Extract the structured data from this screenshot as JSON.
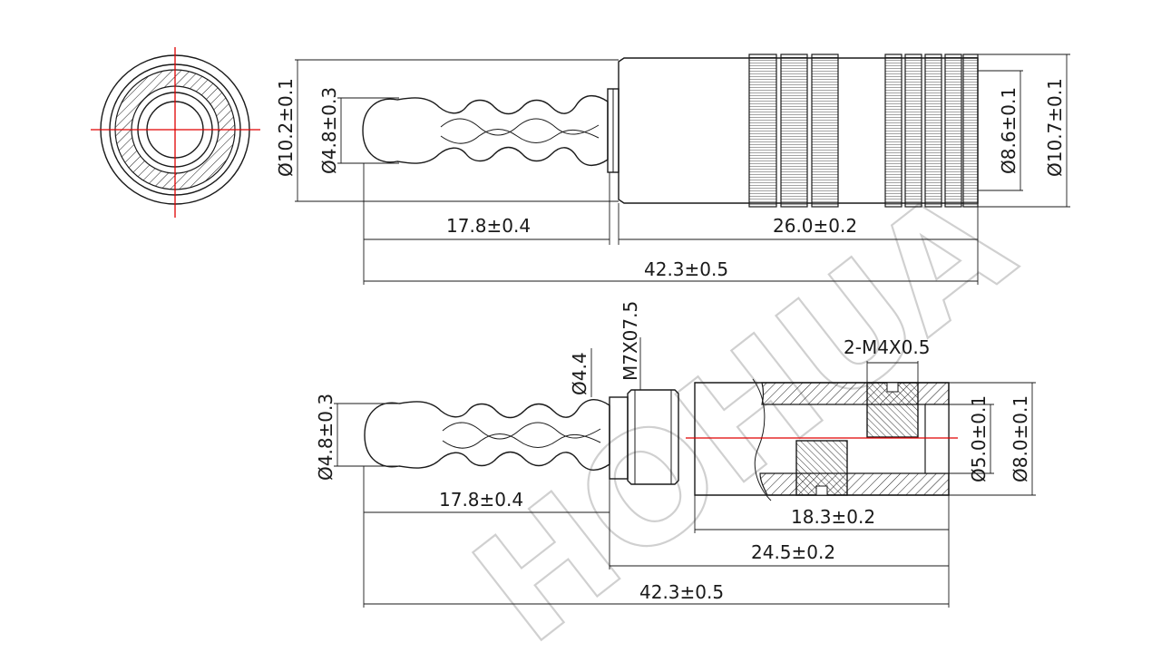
{
  "watermark": "HOHUA",
  "top_view": {
    "dims": {
      "body_diameter": "Ø10.2±0.1",
      "pin_diameter": "Ø4.8±0.3",
      "grip_diameter": "Ø8.6±0.1",
      "grip_outer_diameter": "Ø10.7±0.1",
      "pin_length": "17.8±0.4",
      "body_length": "26.0±0.2",
      "overall_length": "42.3±0.5"
    }
  },
  "section_view": {
    "dims": {
      "pin_diameter": "Ø4.8±0.3",
      "neck_diameter": "Ø4.4",
      "thread": "M7X07.5",
      "set_screws": "2-M4X0.5",
      "bore_diameter": "Ø5.0±0.1",
      "sleeve_diameter": "Ø8.0±0.1",
      "pin_length": "17.8±0.4",
      "bore_length": "18.3±0.2",
      "body_length": "24.5±0.2",
      "overall_length": "42.3±0.5"
    }
  },
  "colors": {
    "line": "#1a1a1a",
    "centerline": "#e00000",
    "watermark": "#d0d0d0"
  }
}
